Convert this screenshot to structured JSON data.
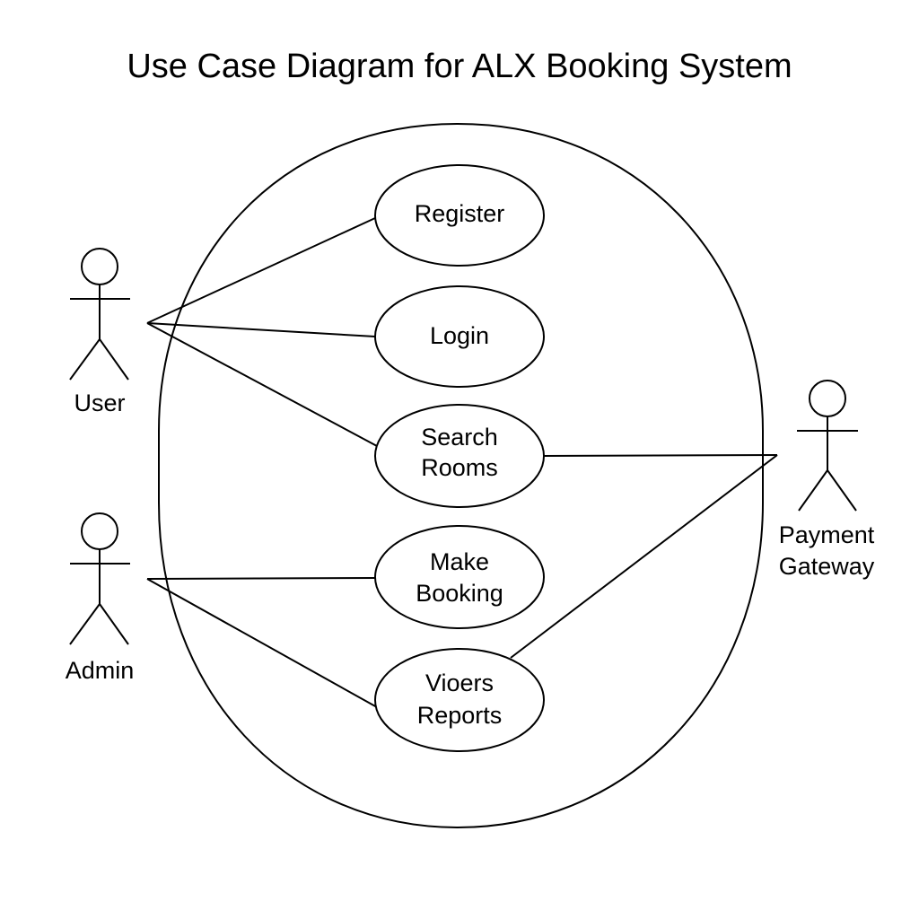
{
  "diagram": {
    "title": "Use Case Diagram for ALX Booking System",
    "actors": [
      {
        "id": "user",
        "lines": [
          "User"
        ]
      },
      {
        "id": "admin",
        "lines": [
          "Admin"
        ]
      },
      {
        "id": "payment",
        "lines": [
          "Payment",
          "Gateway"
        ]
      }
    ],
    "use_cases": [
      {
        "id": "register",
        "lines": [
          "Register"
        ]
      },
      {
        "id": "login",
        "lines": [
          "Login"
        ]
      },
      {
        "id": "search",
        "lines": [
          "Search",
          "Rooms"
        ]
      },
      {
        "id": "booking",
        "lines": [
          "Make",
          "Booking"
        ]
      },
      {
        "id": "reports",
        "lines": [
          "Vioers",
          "Reports"
        ]
      }
    ],
    "associations": [
      [
        "user",
        "register"
      ],
      [
        "user",
        "login"
      ],
      [
        "user",
        "search"
      ],
      [
        "admin",
        "booking"
      ],
      [
        "admin",
        "reports"
      ],
      [
        "search",
        "payment"
      ],
      [
        "reports",
        "payment"
      ]
    ],
    "colors": {
      "stroke": "#000000",
      "background": "#ffffff"
    }
  }
}
